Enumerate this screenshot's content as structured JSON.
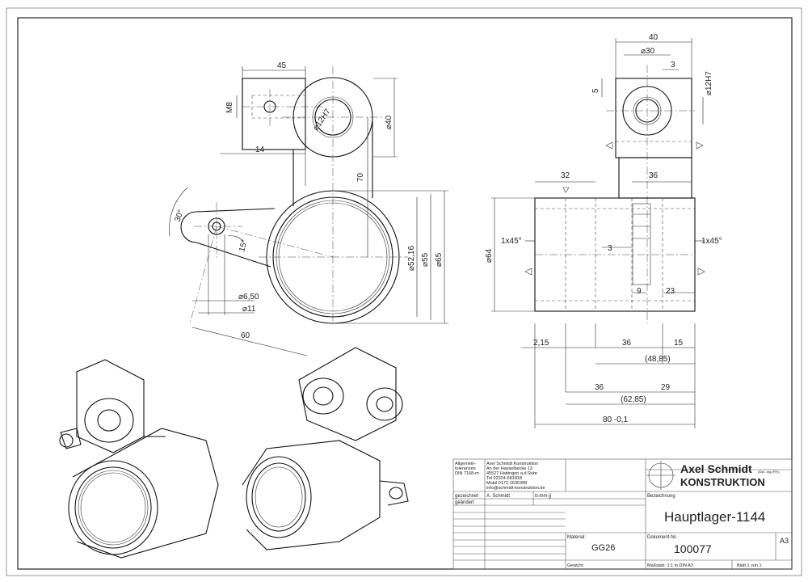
{
  "dimensions": {
    "top_45": "45",
    "m8": "M8",
    "dia_12h7_left": "⌀12H7",
    "dia_40": "⌀40",
    "d_14": "14",
    "d_70": "70",
    "ang_30": "30°",
    "ang_15": "15°",
    "dia_52": "⌀52,16",
    "dia_55": "⌀55",
    "dia_65": "⌀65",
    "dia_650": "⌀6,50",
    "dia_11": "⌀11",
    "d_60": "60",
    "r_40": "40",
    "r_dia30": "⌀30",
    "r_3a": "3",
    "r_5": "5",
    "r_dia12h7": "⌀12H7",
    "r_32": "32",
    "r_36a": "36",
    "r_dia64": "⌀64",
    "chamfer_l": "1x45°",
    "chamfer_r": "1x45°",
    "r_3b": "3",
    "r_9": "9",
    "r_23": "23",
    "b_215": "2,15",
    "b_36": "36",
    "b_15": "15",
    "b_4885": "(48,85)",
    "b_36b": "36",
    "b_29": "29",
    "b_6285": "(62,85)",
    "b_80": "80 -0,1"
  },
  "title_block": {
    "tolerance_label": "Allgemein-\ntoleranzen\nDIN 7168-m",
    "tolerance_lines": [
      "Allgemein-",
      "toleranzen",
      "DIN 7168-m"
    ],
    "address_lines": [
      "Axel Schmidt Konstruktion",
      "An der Hasselbecke 13",
      "45527 Hattingen a.d Ruhr",
      "Tel    02324-681818",
      "Mobil 0172-1635398",
      "info@schmidt-konstruktion.de"
    ],
    "company_name_1": "Axel Schmidt",
    "company_small": "(Dipl.-Ing.(FH))",
    "company_name_2": "KONSTRUKTION",
    "label_gezeichnet": "gezeichnet",
    "drawn_by": "A. Schmidt",
    "date": "tt-mm-jj",
    "label_geaendert": "geändert",
    "label_bezeichnung": "Bezeichnung",
    "part_name": "Hauptlager-1144",
    "label_material": "Material:",
    "material": "GG26",
    "label_dokument": "Dokument-Nr.",
    "doc_number": "100077",
    "sheet_size": "A3",
    "label_gewicht": "Gewicht",
    "scale": "Maßstab: 1:1 in DIN A3",
    "sheet_info": "Blatt 1 von 1"
  }
}
